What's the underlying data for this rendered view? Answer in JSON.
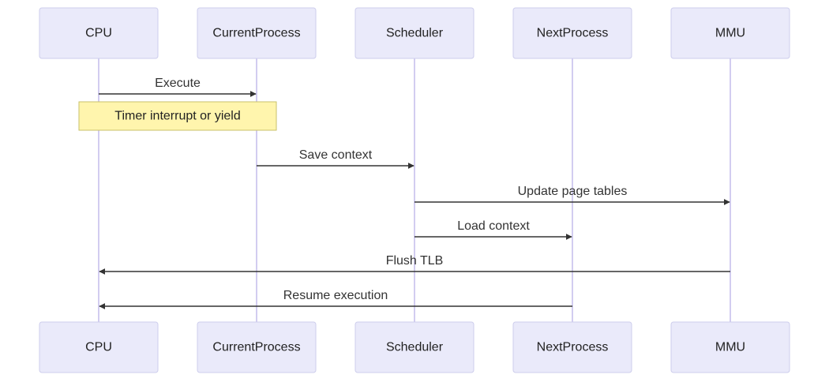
{
  "diagram": {
    "type": "sequence",
    "participants": [
      "CPU",
      "CurrentProcess",
      "Scheduler",
      "NextProcess",
      "MMU"
    ],
    "note": {
      "text": "Timer interrupt or yield",
      "over": [
        "CPU",
        "CurrentProcess"
      ]
    },
    "messages": [
      {
        "from": "CPU",
        "to": "CurrentProcess",
        "label": "Execute"
      },
      {
        "from": "CurrentProcess",
        "to": "Scheduler",
        "label": "Save context"
      },
      {
        "from": "Scheduler",
        "to": "MMU",
        "label": "Update page tables"
      },
      {
        "from": "Scheduler",
        "to": "NextProcess",
        "label": "Load context"
      },
      {
        "from": "MMU",
        "to": "CPU",
        "label": "Flush TLB"
      },
      {
        "from": "NextProcess",
        "to": "CPU",
        "label": "Resume execution"
      }
    ],
    "colors": {
      "actor_fill": "#eaeafa",
      "actor_border": "#cdcdec",
      "lifeline": "#d2cdf0",
      "message": "#333333",
      "note_fill": "#fff5ad",
      "note_border": "#c9c16a"
    }
  }
}
